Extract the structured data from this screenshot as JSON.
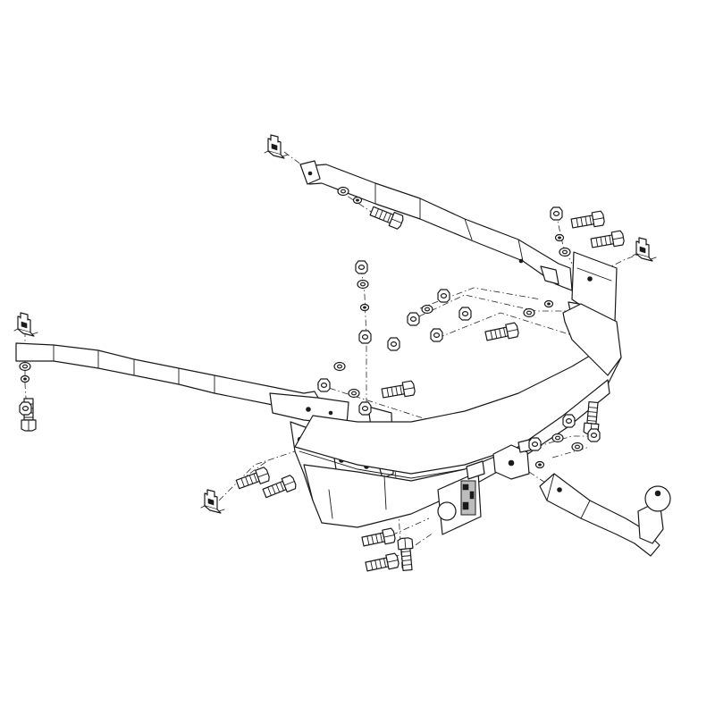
{
  "diagram": {
    "background_color": "#ffffff",
    "line_color": "#1a1a1a",
    "parts": [
      "upper-side-rail",
      "left-side-rail",
      "main-crossbar",
      "left-mount-bracket",
      "right-mount-bracket",
      "center-mount-plate",
      "electrical-socket-plate",
      "tow-ball-neck",
      "tow-ball",
      "clip-nut",
      "bolt",
      "hex-nut",
      "washer",
      "lock-washer"
    ]
  }
}
